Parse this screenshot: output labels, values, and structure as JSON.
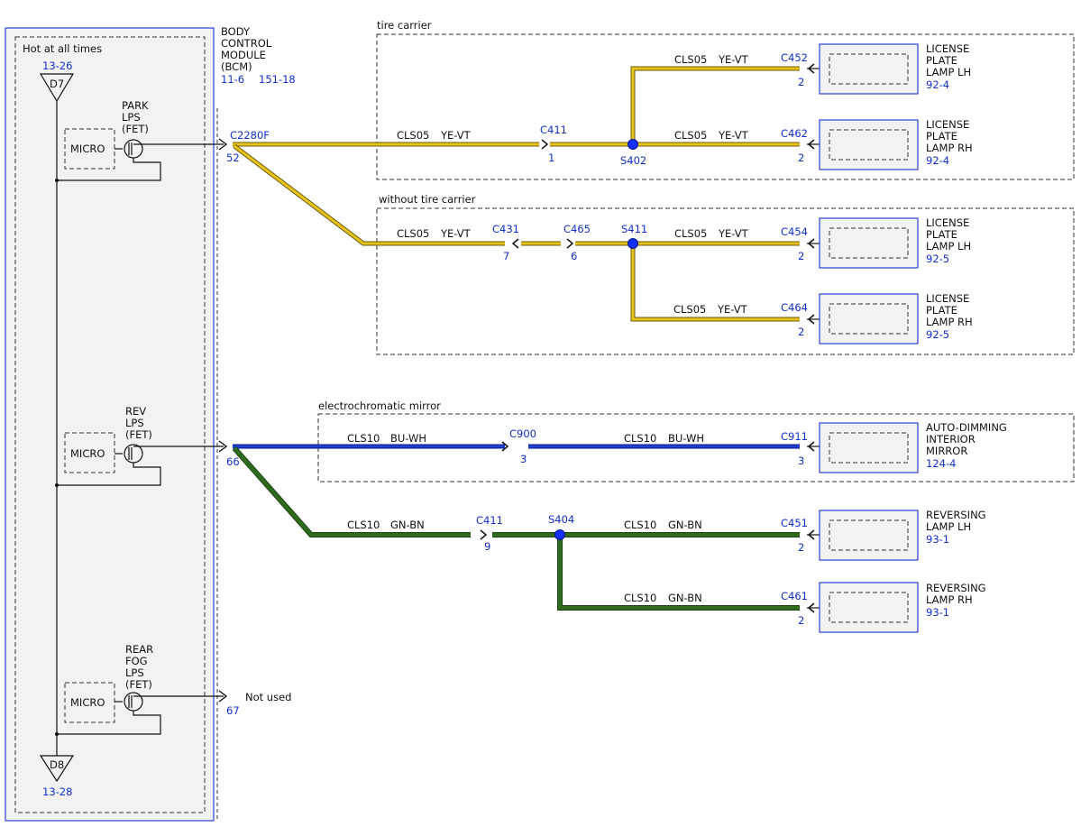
{
  "colors": {
    "wire_ye_vt": "#e8c41a",
    "wire_bu_wh": "#1e3fd8",
    "wire_gn_bn": "#2e6b1d",
    "ref_blue": "#1030d0",
    "module_fill": "#f2f2f2",
    "module_border": "#2a3fd6"
  },
  "module": {
    "title_lines": [
      "BODY",
      "CONTROL",
      "MODULE",
      "(BCM)"
    ],
    "ref_a": "11-6",
    "ref_b": "151-18",
    "hot_label": "Hot at all times",
    "d7": {
      "label": "D7",
      "ref": "13-26"
    },
    "d8": {
      "label": "D8",
      "ref": "13-28"
    },
    "micro_label": "MICRO",
    "park": {
      "lines": [
        "PARK",
        "LPS",
        "(FET)"
      ],
      "pin": "52",
      "connector": "C2280F"
    },
    "rev": {
      "lines": [
        "REV",
        "LPS",
        "(FET)"
      ],
      "pin": "66"
    },
    "rearfog": {
      "lines": [
        "REAR",
        "FOG",
        "LPS",
        "(FET)"
      ],
      "pin": "67",
      "note": "Not used"
    }
  },
  "groups": {
    "tire_carrier": "tire carrier",
    "without_tire_carrier": "without tire carrier",
    "electrochromatic_mirror": "electrochromatic mirror"
  },
  "wire_labels": {
    "cls05": "CLS05",
    "cls10": "CLS10",
    "ye_vt": "YE-VT",
    "bu_wh": "BU-WH",
    "gn_bn": "GN-BN"
  },
  "connectors": {
    "c411_top": {
      "name": "C411",
      "pin": "1"
    },
    "s402": "S402",
    "c452": {
      "name": "C452",
      "pin": "2"
    },
    "c462": {
      "name": "C462",
      "pin": "2"
    },
    "c431": {
      "name": "C431",
      "pin": "7"
    },
    "c465": {
      "name": "C465",
      "pin": "6"
    },
    "s411": "S411",
    "c454": {
      "name": "C454",
      "pin": "2"
    },
    "c464": {
      "name": "C464",
      "pin": "2"
    },
    "c900": {
      "name": "C900",
      "pin": "3"
    },
    "c911": {
      "name": "C911",
      "pin": "3"
    },
    "c411_rev": {
      "name": "C411",
      "pin": "9"
    },
    "s404": "S404",
    "c451": {
      "name": "C451",
      "pin": "2"
    },
    "c461": {
      "name": "C461",
      "pin": "2"
    }
  },
  "components": {
    "lp_lh_1": {
      "lines": [
        "LICENSE",
        "PLATE",
        "LAMP LH"
      ],
      "ref": "92-4"
    },
    "lp_rh_1": {
      "lines": [
        "LICENSE",
        "PLATE",
        "LAMP RH"
      ],
      "ref": "92-4"
    },
    "lp_lh_2": {
      "lines": [
        "LICENSE",
        "PLATE",
        "LAMP LH"
      ],
      "ref": "92-5"
    },
    "lp_rh_2": {
      "lines": [
        "LICENSE",
        "PLATE",
        "LAMP RH"
      ],
      "ref": "92-5"
    },
    "mirror": {
      "lines": [
        "AUTO-DIMMING",
        "INTERIOR",
        "MIRROR"
      ],
      "ref": "124-4"
    },
    "rev_lh": {
      "lines": [
        "REVERSING",
        "LAMP LH"
      ],
      "ref": "93-1"
    },
    "rev_rh": {
      "lines": [
        "REVERSING",
        "LAMP RH"
      ],
      "ref": "93-1"
    }
  }
}
